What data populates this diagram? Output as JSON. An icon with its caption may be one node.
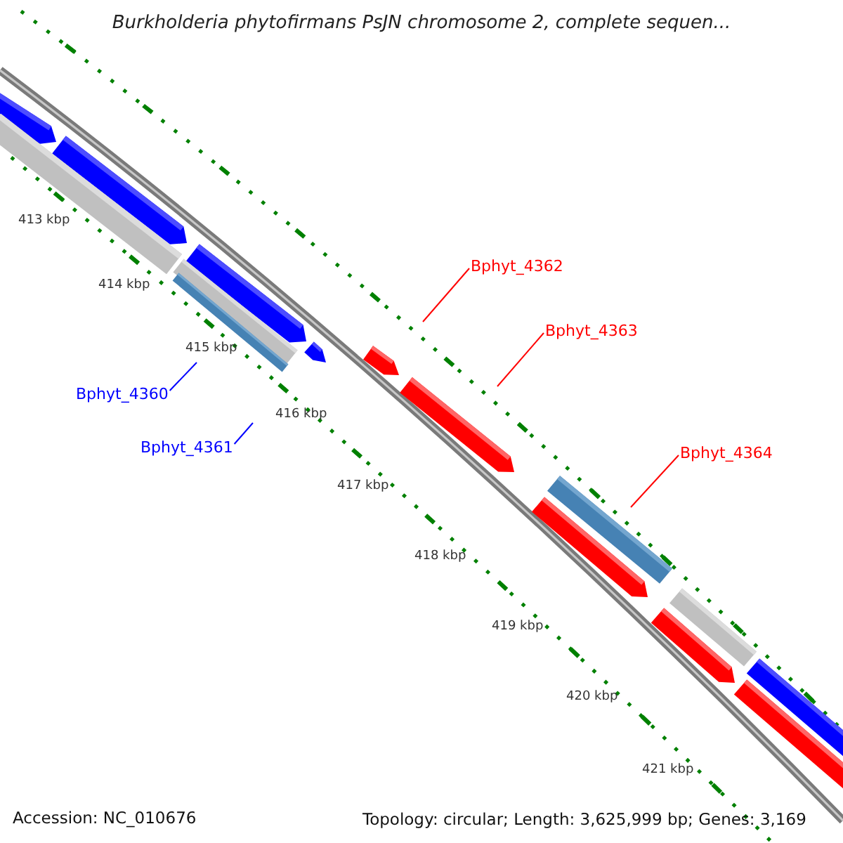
{
  "diagram": {
    "title": "Burkholderia phytofirmans PsJN chromosome 2, complete sequen...",
    "nodes": [
      {
        "text": [
          "Bphyt_4360"
        ]
      },
      {
        "text": [
          "Bphyt_4361"
        ]
      },
      {
        "text": [
          "Bphyt_4362"
        ]
      },
      {
        "text": [
          "Bphyt_4363"
        ]
      },
      {
        "text": [
          "Bphyt_4364"
        ]
      }
    ],
    "edges": [
      {
        "from": 0,
        "to": null,
        "arrow": "none",
        "color": "#0000ff"
      },
      {
        "from": 1,
        "to": null,
        "arrow": "none",
        "color": "#0000ff"
      },
      {
        "from": 2,
        "to": null,
        "arrow": "none"
      },
      {
        "from": 3,
        "to": null,
        "arrow": "none"
      },
      {
        "from": 4,
        "to": null,
        "arrow": "none"
      }
    ],
    "labels": [
      "413 kbp",
      "414 kbp",
      "415 kbp",
      "416 kbp",
      "417 kbp",
      "418 kbp",
      "419 kbp",
      "420 kbp",
      "421 kbp",
      "Accession: NC_010676",
      "Topology: circular; Length: 3,625,999 bp; Genes: 3,169"
    ]
  }
}
